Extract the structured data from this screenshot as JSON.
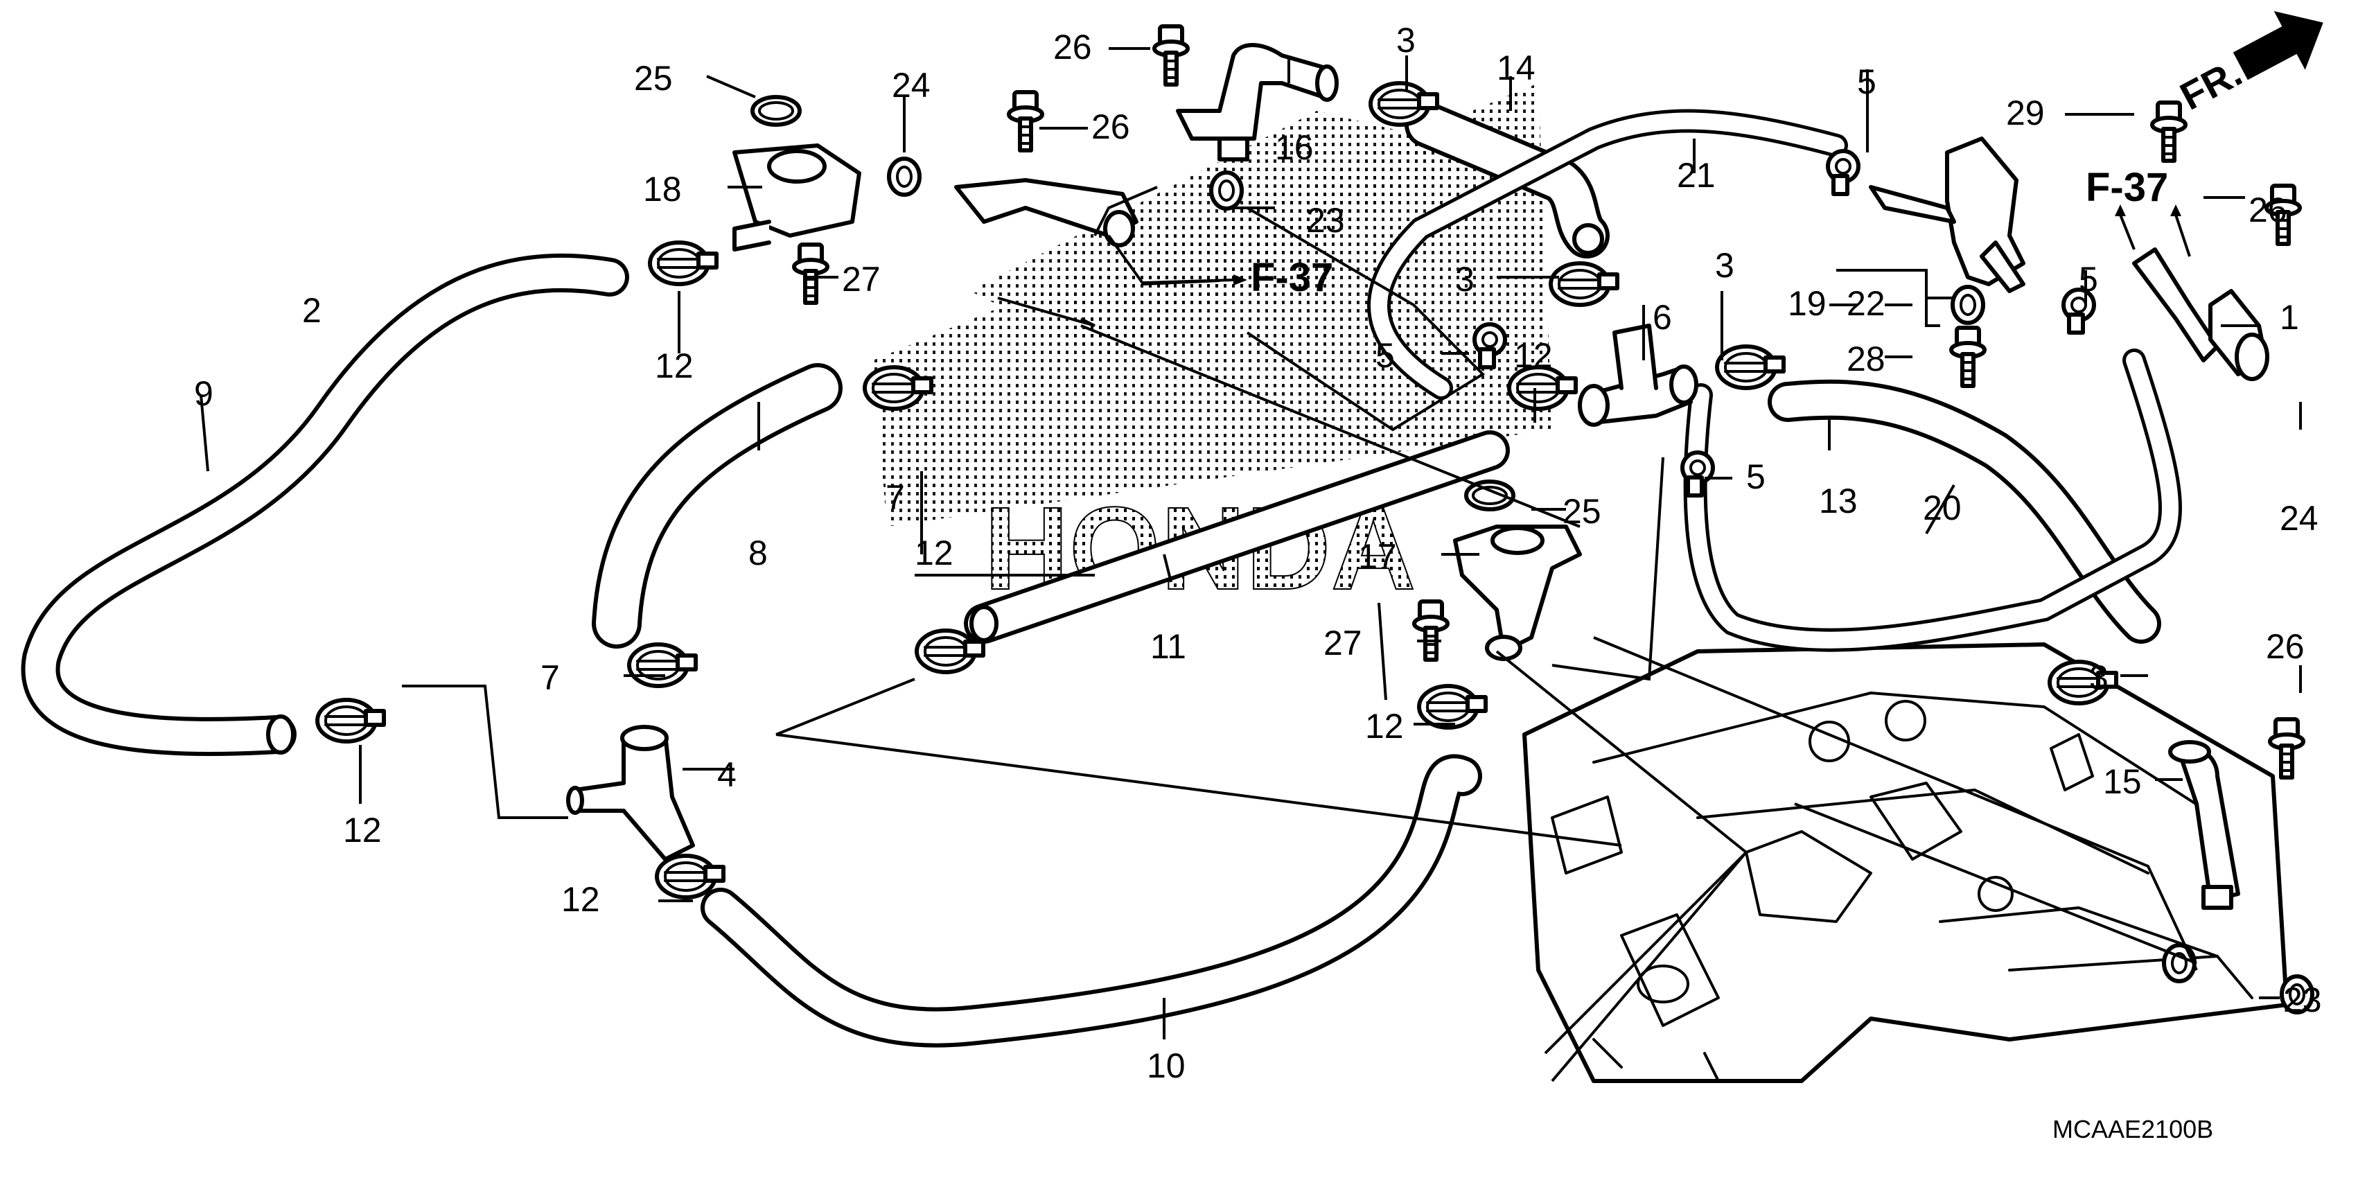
{
  "diagram": {
    "title_code": "MCAAE2100B",
    "direction_indicator": {
      "label": "FR.",
      "icon": "front-direction-arrow-icon"
    },
    "references": [
      {
        "id": "ref-f37-center",
        "label": "F-37"
      },
      {
        "id": "ref-f37-right",
        "label": "F-37"
      }
    ],
    "watermark": "HONDA",
    "callouts": [
      {
        "id": "c1",
        "label": "1",
        "part": "water-pipe-joint"
      },
      {
        "id": "c2",
        "label": "2",
        "part": "water-pipe"
      },
      {
        "id": "c3a",
        "label": "3",
        "part": "hose-clamp"
      },
      {
        "id": "c3b",
        "label": "3",
        "part": "hose-clamp"
      },
      {
        "id": "c3c",
        "label": "3",
        "part": "hose-clamp"
      },
      {
        "id": "c3d",
        "label": "3",
        "part": "hose-clamp"
      },
      {
        "id": "c4",
        "label": "4",
        "part": "three-way-joint"
      },
      {
        "id": "c5a",
        "label": "5",
        "part": "small-clip"
      },
      {
        "id": "c5b",
        "label": "5",
        "part": "small-clip"
      },
      {
        "id": "c5c",
        "label": "5",
        "part": "small-clip"
      },
      {
        "id": "c5d",
        "label": "5",
        "part": "small-clip"
      },
      {
        "id": "c6",
        "label": "6",
        "part": "three-way-joint"
      },
      {
        "id": "c7a",
        "label": "7",
        "part": "hose-clamp"
      },
      {
        "id": "c7b",
        "label": "7",
        "part": "hose-clamp"
      },
      {
        "id": "c8",
        "label": "8",
        "part": "water-hose"
      },
      {
        "id": "c9",
        "label": "9",
        "part": "water-hose"
      },
      {
        "id": "c10",
        "label": "10",
        "part": "water-hose"
      },
      {
        "id": "c11",
        "label": "11",
        "part": "water-hose"
      },
      {
        "id": "c12a",
        "label": "12",
        "part": "hose-clamp"
      },
      {
        "id": "c12b",
        "label": "12",
        "part": "hose-clamp"
      },
      {
        "id": "c12c",
        "label": "12",
        "part": "hose-clamp"
      },
      {
        "id": "c12d",
        "label": "12",
        "part": "hose-clamp"
      },
      {
        "id": "c12e",
        "label": "12",
        "part": "hose-clamp"
      },
      {
        "id": "c12f",
        "label": "12",
        "part": "hose-clamp"
      },
      {
        "id": "c13",
        "label": "13",
        "part": "water-hose"
      },
      {
        "id": "c14",
        "label": "14",
        "part": "water-hose"
      },
      {
        "id": "c15",
        "label": "15",
        "part": "water-pipe"
      },
      {
        "id": "c16",
        "label": "16",
        "part": "water-pipe"
      },
      {
        "id": "c17",
        "label": "17",
        "part": "water-joint"
      },
      {
        "id": "c18",
        "label": "18",
        "part": "water-joint"
      },
      {
        "id": "c19",
        "label": "19",
        "part": "bypass-joint-assembly"
      },
      {
        "id": "c20",
        "label": "20",
        "part": "bypass-hose"
      },
      {
        "id": "c21",
        "label": "21",
        "part": "bypass-hose"
      },
      {
        "id": "c22",
        "label": "22",
        "part": "washer"
      },
      {
        "id": "c23a",
        "label": "23",
        "part": "o-ring"
      },
      {
        "id": "c23b",
        "label": "23",
        "part": "o-ring"
      },
      {
        "id": "c24a",
        "label": "24",
        "part": "o-ring"
      },
      {
        "id": "c24b",
        "label": "24",
        "part": "o-ring"
      },
      {
        "id": "c25a",
        "label": "25",
        "part": "o-ring"
      },
      {
        "id": "c25b",
        "label": "25",
        "part": "o-ring"
      },
      {
        "id": "c26a",
        "label": "26",
        "part": "flange-bolt"
      },
      {
        "id": "c26b",
        "label": "26",
        "part": "flange-bolt"
      },
      {
        "id": "c26c",
        "label": "26",
        "part": "flange-bolt"
      },
      {
        "id": "c26d",
        "label": "26",
        "part": "flange-bolt"
      },
      {
        "id": "c27a",
        "label": "27",
        "part": "flange-bolt"
      },
      {
        "id": "c27b",
        "label": "27",
        "part": "flange-bolt"
      },
      {
        "id": "c28",
        "label": "28",
        "part": "bolt"
      },
      {
        "id": "c29",
        "label": "29",
        "part": "bolt"
      }
    ]
  }
}
